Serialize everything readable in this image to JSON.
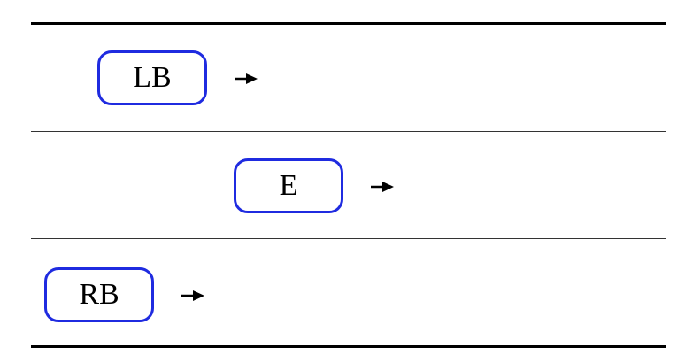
{
  "rows": [
    {
      "label": "LB"
    },
    {
      "label": "E"
    },
    {
      "label": "RB"
    }
  ],
  "colors": {
    "box_border": "#1f2be0",
    "rule": "#000000",
    "text": "#000000",
    "arrow": "#000000"
  },
  "icons": {
    "arrow": "right-arrow-icon"
  }
}
